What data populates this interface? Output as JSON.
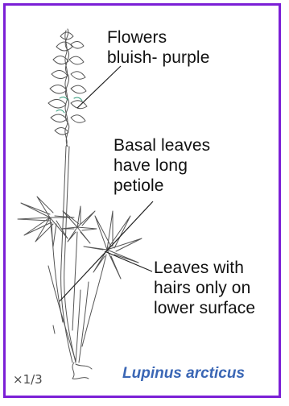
{
  "colors": {
    "frame": "#7b1fd6",
    "species_label": "#3b67b5",
    "label_text": "#111111",
    "leader_line": "#222222",
    "illustration_ink": "#555555"
  },
  "labels": {
    "flowers": "Flowers\nbluish- purple",
    "basal_leaves": "Basal leaves\nhave long\npetiole",
    "leaf_hairs": "Leaves with\nhairs only on\nlower surface"
  },
  "scale": "×1/3",
  "species": "Lupinus arcticus"
}
